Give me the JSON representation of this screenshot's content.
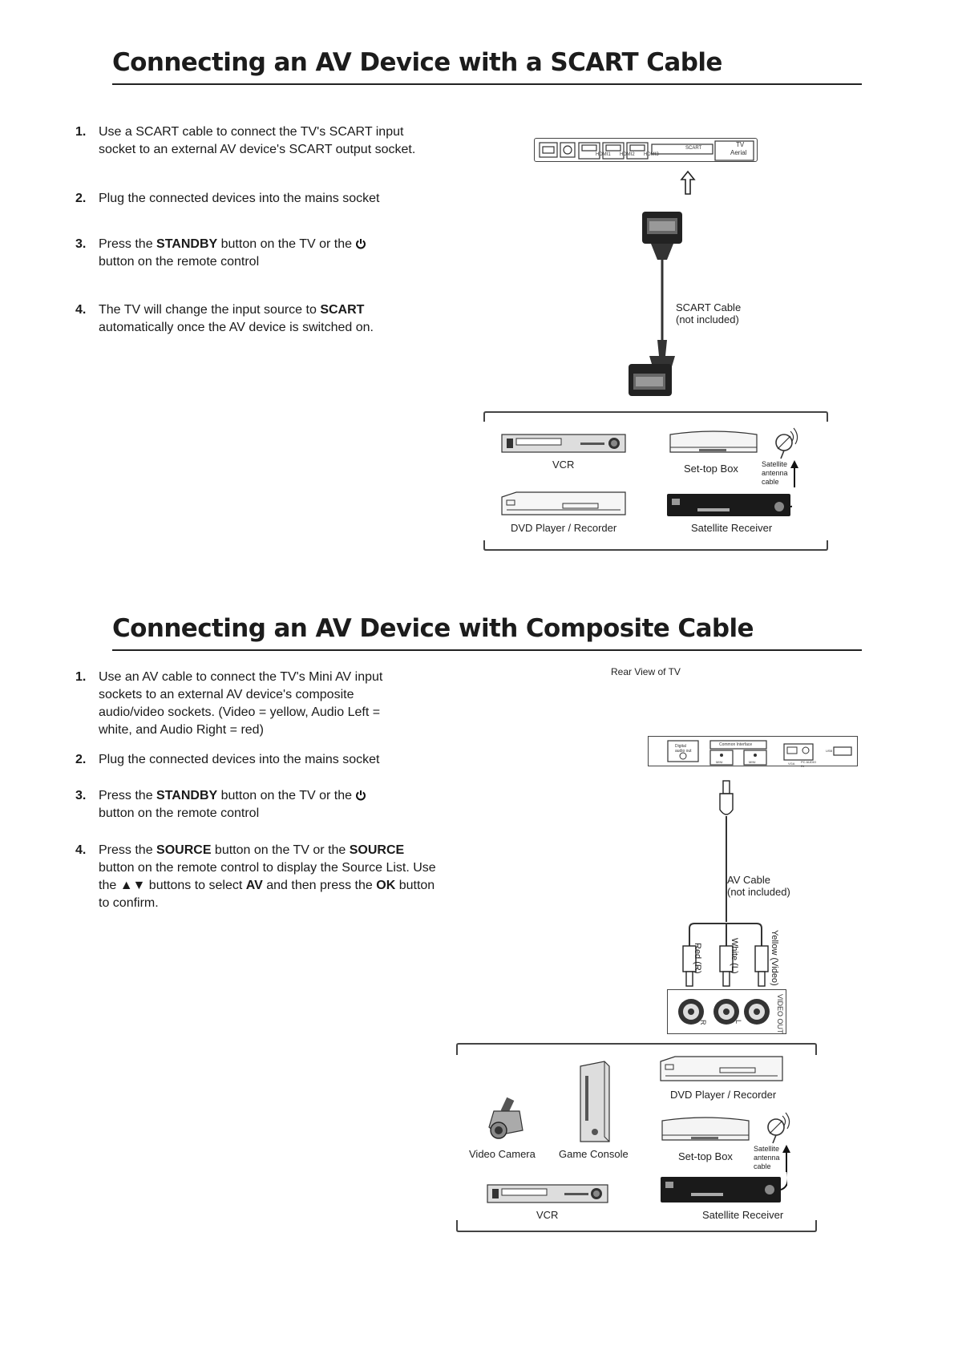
{
  "section1": {
    "title": "Connecting an AV Device with a SCART Cable",
    "steps": [
      {
        "num": "1.",
        "text": "Use a SCART cable to connect the TV's SCART input socket to an external AV device's SCART output socket."
      },
      {
        "num": "2.",
        "text": "Plug the connected devices into the mains socket"
      },
      {
        "num": "3.",
        "pre": "Press the ",
        "bold": "STANDBY",
        "post": " button on the TV or the",
        "post2": "button on the remote control"
      },
      {
        "num": "4.",
        "pre": "The TV will change the input source to ",
        "bold": "SCART",
        "post": " automatically once the AV device is switched on."
      }
    ],
    "tv_panel": {
      "ports": [
        "HDMI1",
        "HDMI2",
        "HDMI3"
      ],
      "scart": "SCART",
      "aerial": [
        "TV",
        "Aerial"
      ]
    },
    "cable_label": [
      "SCART Cable",
      "(not included)"
    ],
    "devices": {
      "vcr": "VCR",
      "stb": "Set-top Box",
      "dvd": "DVD Player / Recorder",
      "sat": "Satellite Receiver",
      "antenna": [
        "Satellite",
        "antenna",
        "cable"
      ]
    }
  },
  "section2": {
    "title": "Connecting an AV Device with Composite Cable",
    "steps": [
      {
        "num": "1.",
        "text": "Use an AV cable to connect the TV's Mini AV input sockets to an external AV device's composite audio/video sockets. (Video = yellow, Audio Left = white, and Audio Right = red)"
      },
      {
        "num": "2.",
        "text": "Plug the connected devices into the mains socket"
      },
      {
        "num": "3.",
        "pre": "Press the ",
        "bold": "STANDBY",
        "post": " button on the TV or the",
        "post2": "button on the remote control"
      },
      {
        "num": "4.",
        "pre": "Press the ",
        "bold": "SOURCE",
        "mid": " button on the TV or the ",
        "bold2": "SOURCE",
        "mid2": " button on the remote control to display the Source List. Use the ",
        "arrows": "▲▼",
        "mid3": " buttons to select ",
        "bold3": "AV",
        "mid4": " and then press the ",
        "bold4": "OK",
        "post": " button to confirm."
      }
    ],
    "rear_view_label": "Rear View of TV",
    "tv_panel": {
      "digital": [
        "Digital",
        "audio out"
      ],
      "common_interface": "Common Interface",
      "ci_left": "MINI",
      "ci_right": "MINI",
      "vga": "VGA",
      "pc_audio": [
        "PC AUDIO",
        "IN"
      ],
      "usb": "USB"
    },
    "cable_label": [
      "AV Cable",
      "(not included)"
    ],
    "plugs": [
      "Red (R)",
      "White (L)",
      "Yellow (Video)"
    ],
    "sockets": {
      "r": "R",
      "l": "L",
      "video_out": "VIDEO OUT"
    },
    "devices": {
      "dvd": "DVD Player / Recorder",
      "camera": "Video Camera",
      "console": "Game Console",
      "stb": "Set-top Box",
      "vcr": "VCR",
      "sat": "Satellite Receiver",
      "antenna": [
        "Satellite",
        "antenna",
        "cable"
      ]
    }
  }
}
